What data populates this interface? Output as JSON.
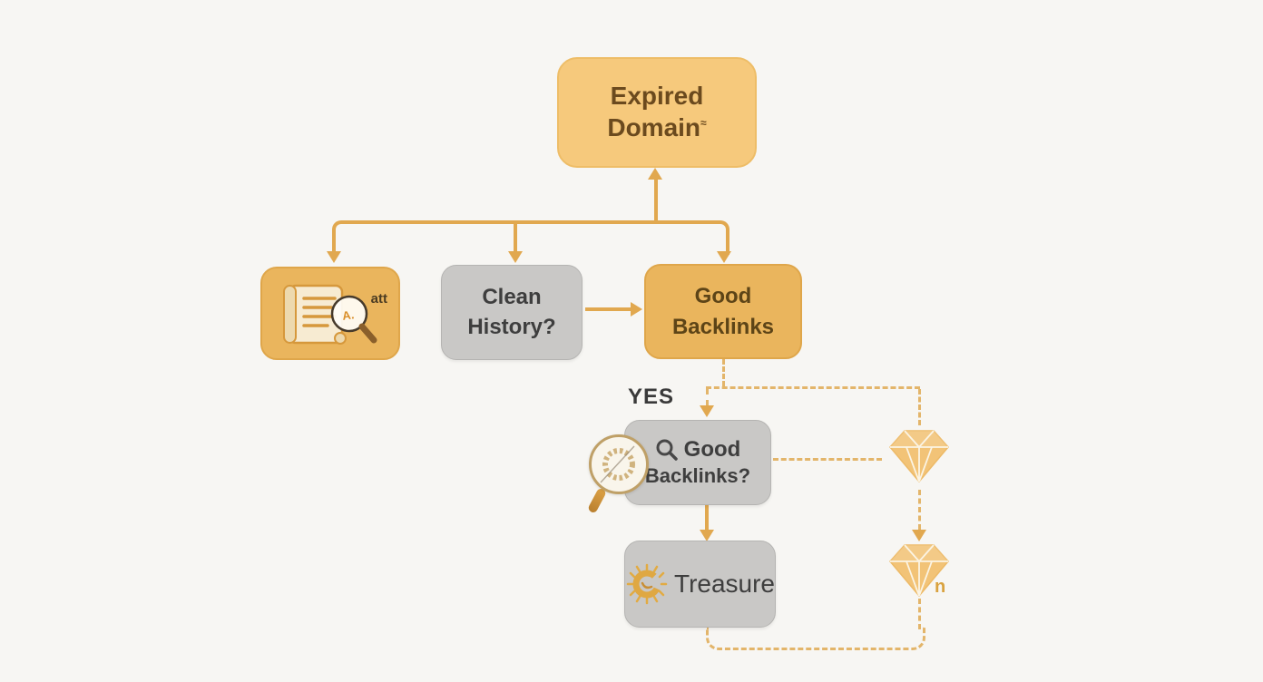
{
  "diagram_title": "Expired Domain flowchart",
  "nodes": {
    "expired_domain": {
      "line1": "Expired",
      "line2": "Domain",
      "sup": "≈"
    },
    "scroll": {
      "caption": "att"
    },
    "clean_history": {
      "line1": "Clean",
      "line2": "History?"
    },
    "good_backlinks": {
      "line1": "Good",
      "line2": "Backlinks"
    },
    "good_backlinks_question": {
      "line1": "Good",
      "line2": "Backlinks?"
    },
    "treasure": {
      "label": "Treasure"
    }
  },
  "labels": {
    "yes": "YES",
    "count": "n"
  },
  "icons": {
    "scroll_box": "scroll-with-magnifier-icon",
    "good_backlinks_question": "search-icon and magnifier-lens-icon",
    "treasure": "gold-coin-emblem-icon",
    "right_column": "two diamond-gem-icons"
  },
  "colors": {
    "background": "#F7F6F3",
    "orange_box": "#F6C97C",
    "orange_box_border": "#EEBD67",
    "orange_box2": "#EAB55D",
    "orange_box2_border": "#DFA64A",
    "gray_box": "#C9C8C6",
    "gray_box_border": "#B5B4B2",
    "arrow": "#E1A84F",
    "dashed": "#E3B56A",
    "diamond": "#F2C377",
    "diamond_edge": "#EDBA67",
    "text_brown": "#6B4A1E",
    "text_brown2": "#5D4417",
    "text_dark": "#3E3E3E",
    "gold": "#D9A23F"
  }
}
